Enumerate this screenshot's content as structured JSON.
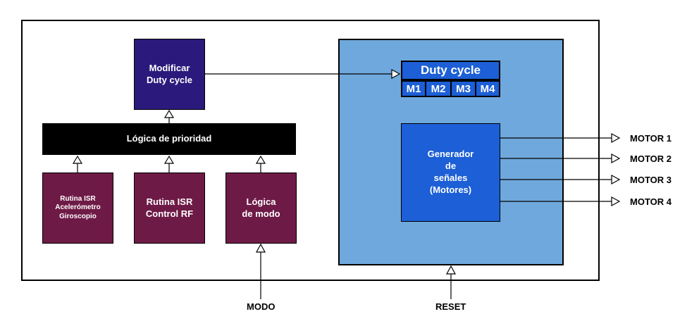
{
  "blocks": {
    "modificar": "Modificar\nDuty cycle",
    "prioridad": "Lógica de prioridad",
    "isr_acel": "Rutina ISR\nAcelerómetro\nGiroscopio",
    "isr_rf": "Rutina ISR\nControl RF",
    "modo_logic": "Lógica\nde modo",
    "duty_title": "Duty cycle",
    "motor_cells": [
      "M1",
      "M2",
      "M3",
      "M4"
    ],
    "generador": "Generador\nde\nseñales\n(Motores)"
  },
  "outputs": [
    "MOTOR 1",
    "MOTOR 2",
    "MOTOR 3",
    "MOTOR 4"
  ],
  "inputs": {
    "modo": "MODO",
    "reset": "RESET"
  },
  "colors": {
    "maroon": "#6e1a46",
    "indigo": "#2b1a7c",
    "light_blue": "#6fa8dc",
    "royal_blue": "#1c5fd6",
    "black": "#000000"
  }
}
